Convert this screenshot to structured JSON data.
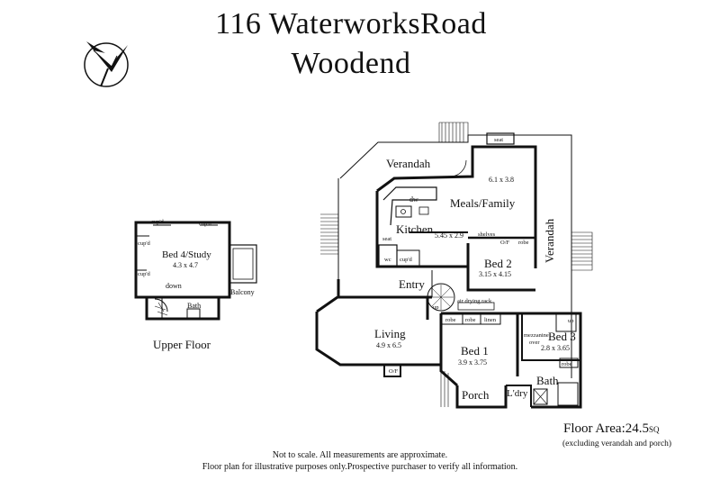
{
  "address": {
    "line1": "116 WaterworksRoad",
    "line2": "Woodend"
  },
  "upper_floor": {
    "caption": "Upper Floor",
    "bed_label": "Bed 4/Study",
    "bed_size": "4.3 x 4.7",
    "cupd_a": "cup'd",
    "cupd_b": "cup'd",
    "cupd_c": "cup'd",
    "cupd_d": "cup'd",
    "down": "down",
    "bath": "Bath",
    "balcony": "Balcony"
  },
  "ground_floor": {
    "verandah_top": "Verandah",
    "verandah_side": "Verandah",
    "seat_top": "seat",
    "seat_kitchen": "seat",
    "meals_label": "Meals/Family",
    "meals_size": "6.1 x 3.8",
    "kitchen_label": "Kitchen",
    "kitchen_size": "5.45 x 2.9",
    "dw": "dw",
    "shelves": "shelves",
    "cupd": "cup'd",
    "wc": "wc",
    "ov_a": "O/F",
    "ov_b": "O/F",
    "robe_bed2": "robe",
    "bed2_label": "Bed 2",
    "bed2_size": "3.15 x 4.15",
    "entry": "Entry",
    "up": "up",
    "up_b": "up",
    "air_drying": "air drying rack",
    "robe_a": "robe",
    "robe_b": "robe",
    "linen": "linen",
    "living_label": "Living",
    "living_size": "4.9 x 6.5",
    "bed1_label": "Bed 1",
    "bed1_size": "3.9 x 3.75",
    "mezz": "mezzanine",
    "mezz_over": "over",
    "bed3_label": "Bed 3",
    "bed3_size": "2.8 x 3.65",
    "robe_bed3": "robe",
    "porch": "Porch",
    "laundry": "L'dry",
    "bath": "Bath"
  },
  "footer": {
    "floor_area": "Floor Area:24.5",
    "floor_area_unit": "SQ",
    "floor_area_note": "(excluding verandah and porch)",
    "disclaimer1": "Not to scale. All measurements are approximate.",
    "disclaimer2": "Floor plan for illustrative purposes only.Prospective purchaser to verify all information."
  }
}
